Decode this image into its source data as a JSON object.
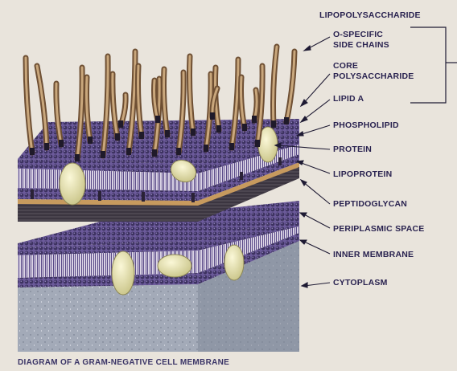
{
  "labels": {
    "lipopolysaccharide": "LIPOPOLYSACCHARIDE",
    "o_specific_line1": "O-SPECIFIC",
    "o_specific_line2": "SIDE CHAINS",
    "core_line1": "CORE",
    "core_line2": "POLYSACCHARIDE",
    "lipid_a": "LIPID A",
    "phospholipid": "PHOSPHOLIPID",
    "protein": "PROTEIN",
    "lipoprotein": "LIPOPROTEIN",
    "peptidoglycan": "PEPTIDOGLYCAN",
    "periplasmic_space": "PERIPLASMIC SPACE",
    "inner_membrane": "INNER MEMBRANE",
    "cytoplasm": "CYTOPLASM"
  },
  "caption": "DIAGRAM OF A GRAM-NEGATIVE CELL MEMBRANE",
  "colors": {
    "background": "#e9e4dc",
    "label_text": "#2a2350",
    "membrane_purple": "#6b5a9a",
    "membrane_dark": "#3d3260",
    "side_chain": "#a8835a",
    "protein": "#e6e0a8",
    "peptidoglycan": "#b88f58",
    "cytoplasm": "#9ea5b4",
    "pointer": "#1e1a33"
  }
}
